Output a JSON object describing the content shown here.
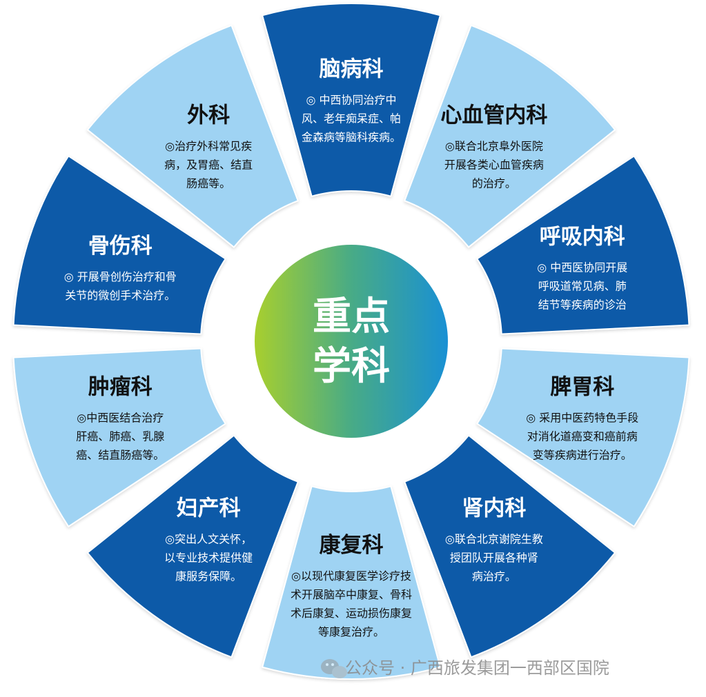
{
  "center": {
    "line1": "重点",
    "line2": "学科"
  },
  "segments": [
    {
      "id": "neuro",
      "title": "脑病科",
      "style": "dark",
      "lines": [
        "◎ 中西协同治疗中",
        "风、老年痴呆症、帕",
        "金森病等脑科疾病。"
      ]
    },
    {
      "id": "cardio",
      "title": "心血管内科",
      "style": "light",
      "lines": [
        "◎联合北京阜外医院",
        "开展各类心血管疾病",
        "的治疗。"
      ]
    },
    {
      "id": "resp",
      "title": "呼吸内科",
      "style": "dark",
      "lines": [
        "◎ 中西医协同开展",
        "呼吸道常见病、肺",
        "结节等疾病的诊治"
      ]
    },
    {
      "id": "spleen",
      "title": "脾胃科",
      "style": "light",
      "lines": [
        "◎ 采用中医药特色手段",
        "对消化道癌变和癌前病",
        "变等疾病进行治疗。"
      ]
    },
    {
      "id": "kidney",
      "title": "肾内科",
      "style": "dark",
      "lines": [
        "◎联合北京谢院生教",
        "授团队开展各种肾",
        "病治疗。"
      ]
    },
    {
      "id": "rehab",
      "title": "康复科",
      "style": "light",
      "lines": [
        "◎以现代康复医学诊疗技",
        "术开展脑卒中康复、骨科",
        "术后康复、运动损伤康复",
        "等康复治疗。"
      ]
    },
    {
      "id": "gyn",
      "title": "妇产科",
      "style": "dark",
      "lines": [
        "◎突出人文关怀，",
        "以专业技术提供健",
        "康服务保障。"
      ]
    },
    {
      "id": "tumor",
      "title": "肿瘤科",
      "style": "light",
      "lines": [
        "◎中西医结合治疗",
        "肝癌、肺癌、乳腺",
        "癌、结直肠癌等。"
      ]
    },
    {
      "id": "ortho",
      "title": "骨伤科",
      "style": "dark",
      "lines": [
        "◎ 开展骨创伤治疗和骨",
        "关节的微创手术治疗。"
      ]
    },
    {
      "id": "surgery",
      "title": "外科",
      "style": "light",
      "lines": [
        "◎治疗外科常见疾",
        "病，及胃癌、结直",
        "肠癌等。"
      ]
    }
  ],
  "watermark": {
    "text": "公众号 · 广西旅发集团一西部区国院",
    "icon": "wechat-icon"
  },
  "colors": {
    "dark_segment": "#0b5aa8",
    "light_segment": "#9fd3f3",
    "center_gradient": [
      "#a8cf2e",
      "#48ab86",
      "#1990d4"
    ]
  }
}
